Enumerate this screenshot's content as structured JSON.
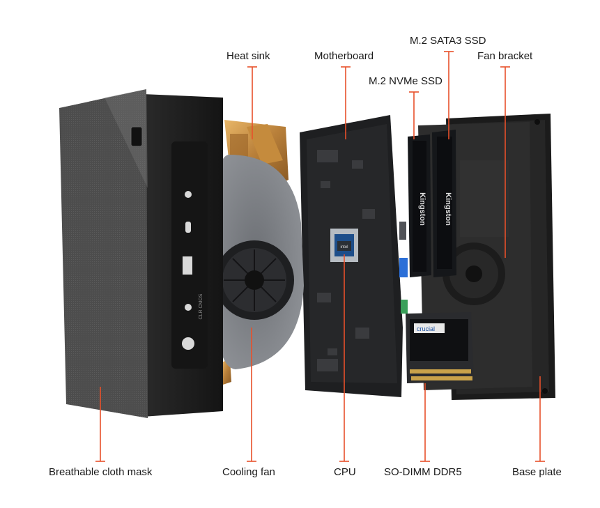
{
  "accent_color": "#e8502a",
  "labels": {
    "heat_sink": "Heat sink",
    "motherboard": "Motherboard",
    "m2_sata3_ssd": "M.2 SATA3 SSD",
    "fan_bracket": "Fan bracket",
    "m2_nvme_ssd": "M.2 NVMe SSD",
    "breathable_cloth_mask": "Breathable cloth mask",
    "cooling_fan": "Cooling fan",
    "cpu": "CPU",
    "so_dimm_ddr5": "SO-DIMM DDR5",
    "base_plate": "Base plate"
  },
  "product_text": {
    "ssd_brand": "Kingston",
    "ram_brand": "crucial",
    "port_label": "CLR CMOS",
    "cpu_mark": "intel"
  }
}
